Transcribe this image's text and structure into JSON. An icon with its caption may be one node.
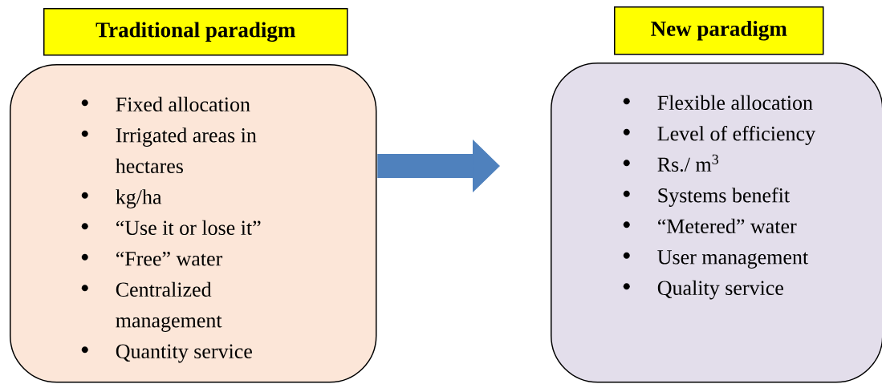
{
  "diagram": {
    "nodes": [
      {
        "text": [
          "Traditional paradigm"
        ]
      },
      {
        "text": [
          "Fixed allocation",
          "Irrigated areas in hectares",
          "kg/ha",
          "“Use it or lose it”",
          "“Free” water",
          "Centralized management",
          "Quantity service"
        ]
      },
      {
        "text": [
          "New paradigm"
        ]
      },
      {
        "text": [
          "Flexible allocation",
          "Level of efficiency",
          "Rs./ m$^{3}$",
          "Systems benefit",
          "“Metered” water",
          "User management",
          "Quality service"
        ]
      }
    ],
    "edges": [
      {
        "from": 1,
        "to": 3,
        "arrow": "to"
      }
    ]
  }
}
